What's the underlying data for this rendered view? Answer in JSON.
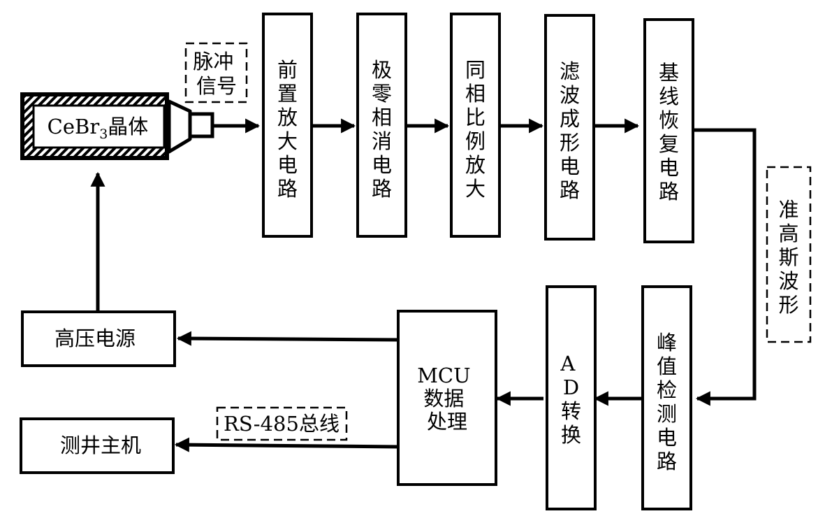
{
  "crystal": {
    "label": "CeBr",
    "subscript": "3",
    "suffix": "晶体"
  },
  "pulse_signal": "脉冲信号",
  "chain": [
    {
      "id": "preamp",
      "label": "前置放大电路"
    },
    {
      "id": "pole_zero",
      "label": "极零相消电路"
    },
    {
      "id": "prop_amp",
      "label": "同相比例放大"
    },
    {
      "id": "shaping",
      "label": "滤波成形电路"
    },
    {
      "id": "baseline",
      "label": "基线恢复电路"
    }
  ],
  "gaussian_label": "准高斯波形",
  "peak_detect": "峰值检测电路",
  "adc": {
    "line1": "A",
    "line2": "D",
    "line3": "转换"
  },
  "mcu": {
    "line1": "MCU",
    "line2": "数据",
    "line3": "处理"
  },
  "hv_supply": "高压电源",
  "host": "测井主机",
  "bus_label": "RS-485总线"
}
